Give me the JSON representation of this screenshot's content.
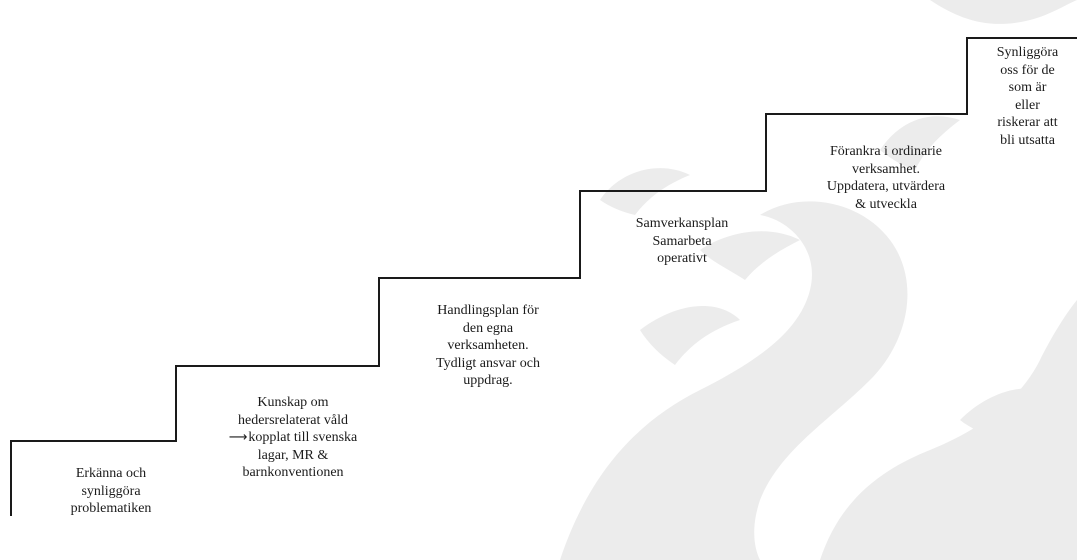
{
  "steps": [
    {
      "lines": [
        "Erkänna och",
        "synliggöra",
        "problematiken"
      ]
    },
    {
      "lines": [
        "Kunskap om",
        "hedersrelaterat  våld",
        "kopplat till svenska",
        "lagar, MR &",
        "barnkonventionen"
      ],
      "arrow_line_index": 2,
      "arrow_icon": "right-arrow-icon"
    },
    {
      "lines": [
        "Handlingsplan för",
        "den egna",
        "verksamheten.",
        "Tydligt ansvar och",
        "uppdrag."
      ]
    },
    {
      "lines": [
        "Samverkansplan",
        "Samarbeta",
        "operativt"
      ]
    },
    {
      "lines": [
        "Förankra i ordinarie",
        "verksamhet.",
        "Uppdatera, utvärdera",
        "& utveckla"
      ]
    },
    {
      "lines": [
        "Synliggöra",
        "oss för de",
        "som är",
        "eller",
        "riskerar att",
        "bli utsatta"
      ]
    }
  ],
  "colors": {
    "stair_line": "#1a1a1a",
    "text": "#1a1a1a",
    "watermark": "#ececec"
  },
  "watermark_icon": "heraldic-lion-watermark-icon"
}
